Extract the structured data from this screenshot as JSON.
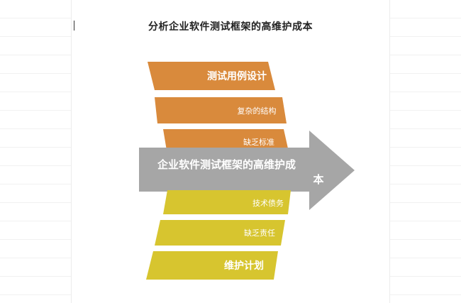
{
  "title": "分析企业软件测试框架的高维护成本",
  "center": {
    "line1": "企业软件测试框架的高维护成",
    "line2": "本"
  },
  "top_blocks": [
    {
      "label": "测试用例设计"
    },
    {
      "label": "复杂的结构"
    },
    {
      "label": "缺乏标准"
    }
  ],
  "bottom_blocks": [
    {
      "label": "技术债务"
    },
    {
      "label": "缺乏责任"
    },
    {
      "label": "维护计划"
    }
  ],
  "colors": {
    "top": "#d98a3c",
    "bottom": "#d7c52f",
    "arrow": "#a6a6a6"
  }
}
